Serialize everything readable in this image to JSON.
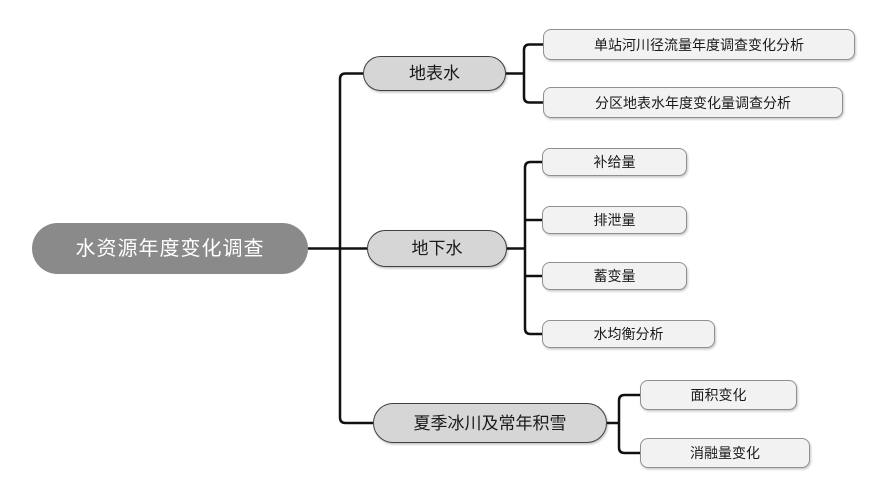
{
  "mindmap": {
    "root": {
      "label": "水资源年度变化调查"
    },
    "branches": [
      {
        "label": "地表水",
        "children": [
          {
            "label": "单站河川径流量年度调查变化分析"
          },
          {
            "label": "分区地表水年度变化量调查分析"
          }
        ]
      },
      {
        "label": "地下水",
        "children": [
          {
            "label": "补给量"
          },
          {
            "label": "排泄量"
          },
          {
            "label": "蓄变量"
          },
          {
            "label": "水均衡分析"
          }
        ]
      },
      {
        "label": "夏季冰川及常年积雪",
        "children": [
          {
            "label": "面积变化"
          },
          {
            "label": "消融量变化"
          }
        ]
      }
    ],
    "colors": {
      "canvas_bg": "#ffffff",
      "root_fill": "#8a8a8a",
      "root_text": "#ffffff",
      "branch_fill": "#d6d6d6",
      "branch_border": "#404040",
      "branch_text": "#1a1a1a",
      "leaf_fill": "#f2f2f2",
      "leaf_border": "#909090",
      "leaf_text": "#1a1a1a",
      "line": "#111111"
    }
  }
}
